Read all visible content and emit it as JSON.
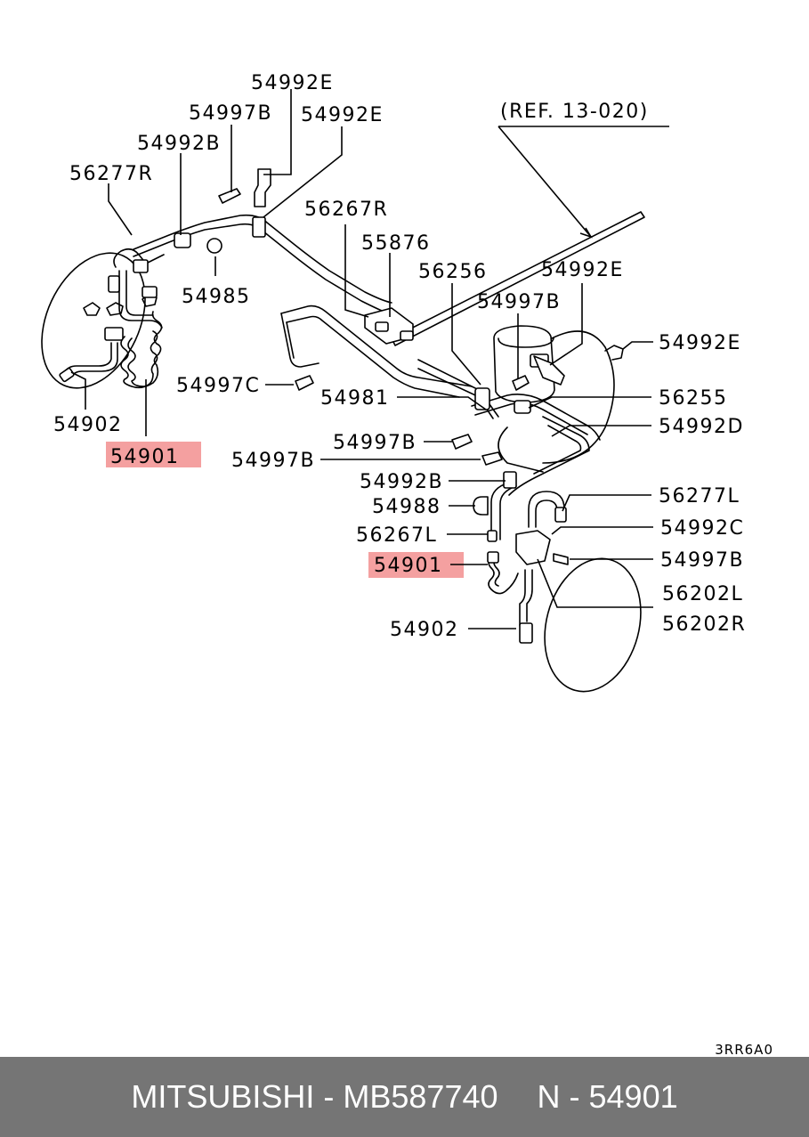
{
  "diagram": {
    "ref": "(REF. 13-020)",
    "drawing_code": "3RR6A0",
    "highlight_color": "#f08080",
    "labels": {
      "p54992E_top": "54992E",
      "p54997B_top": "54997B",
      "p54992E_top2": "54992E",
      "p54992B_top": "54992B",
      "p56277R": "56277R",
      "p56267R": "56267R",
      "p55876": "55876",
      "p56256": "56256",
      "p54992E_mid": "54992E",
      "p54997B_mid": "54997B",
      "p54985": "54985",
      "p54992E_right": "54992E",
      "p54997C": "54997C",
      "p54981": "54981",
      "p56255": "56255",
      "p54992D": "54992D",
      "p54902_left": "54902",
      "p54901_left": "54901",
      "p54997B_c1": "54997B",
      "p54997B_c2": "54997B",
      "p54992B_c": "54992B",
      "p54988": "54988",
      "p56277L": "56277L",
      "p54992C": "54992C",
      "p56267L": "56267L",
      "p54901_right": "54901",
      "p54997B_right": "54997B",
      "p56202L": "56202L",
      "p56202R": "56202R",
      "p54902_right": "54902"
    }
  },
  "footer": {
    "brand": "MITSUBISHI",
    "separator1": " - ",
    "part_number": "MB587740",
    "ref_prefix": "N",
    "separator2": " - ",
    "ref_number": "54901"
  }
}
